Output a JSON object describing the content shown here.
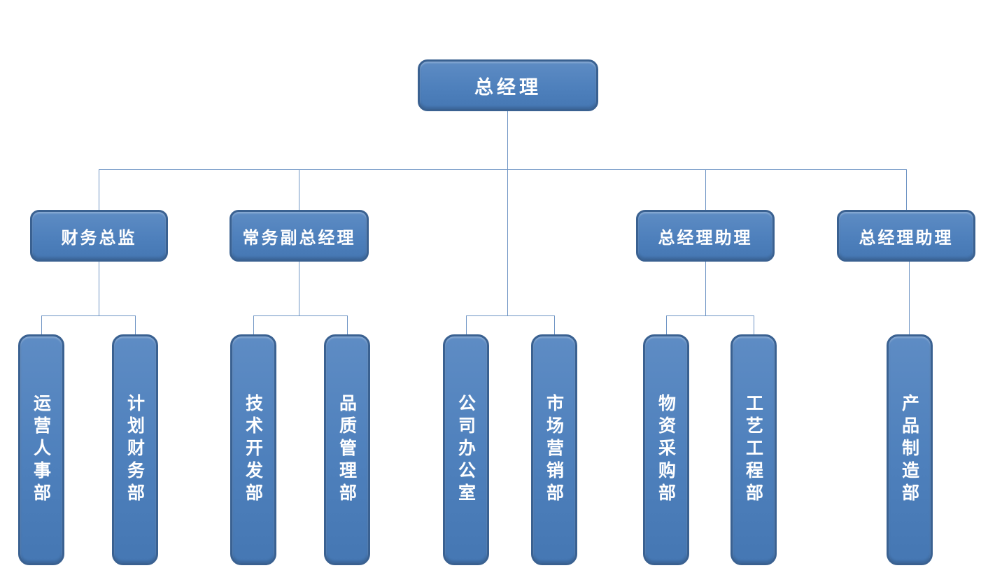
{
  "colors": {
    "background": "#ffffff",
    "box_fill": "#4E80BC",
    "box_fill_light": "#5E8CC4",
    "box_fill_dark": "#4577B3",
    "box_border": "#3A6191",
    "connector": "#6E94C4",
    "text": "#FFFFFF"
  },
  "org": {
    "root": {
      "label": "总经理"
    },
    "managers": [
      {
        "label": "财务总监"
      },
      {
        "label": "常务副总经理"
      },
      {
        "label": "总经理助理"
      },
      {
        "label": "总经理助理"
      }
    ],
    "departments": [
      {
        "label": "运营人事部"
      },
      {
        "label": "计划财务部"
      },
      {
        "label": "技术开发部"
      },
      {
        "label": "品质管理部"
      },
      {
        "label": "公司办公室"
      },
      {
        "label": "市场营销部"
      },
      {
        "label": "物资采购部"
      },
      {
        "label": "工艺工程部"
      },
      {
        "label": "产品制造部"
      }
    ]
  }
}
